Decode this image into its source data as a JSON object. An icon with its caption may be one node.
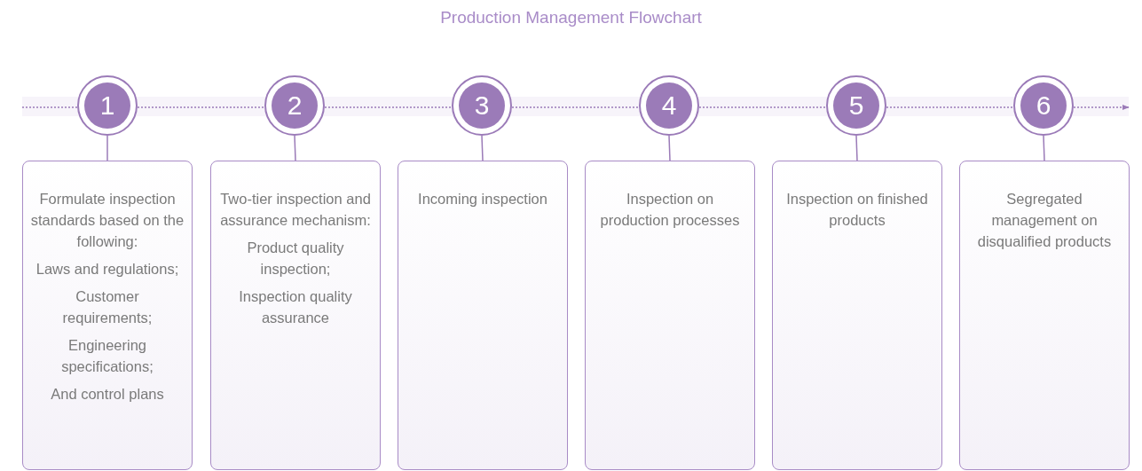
{
  "diagram": {
    "title": "Production Management Flowchart",
    "nodes": [
      {
        "text": [
          "1"
        ]
      },
      {
        "text": [
          "2"
        ]
      },
      {
        "text": [
          "3"
        ]
      },
      {
        "text": [
          "4"
        ]
      },
      {
        "text": [
          "5"
        ]
      },
      {
        "text": [
          "6"
        ]
      },
      {
        "text": [
          "Formulate inspection standards based on the following:",
          "Laws and regulations;",
          "Customer requirements;",
          "Engineering specifications;",
          "And control plans"
        ]
      },
      {
        "text": [
          "Two-tier inspection and assurance mechanism:",
          "Product quality inspection;",
          "Inspection quality assurance"
        ]
      },
      {
        "text": [
          "Incoming inspection"
        ]
      },
      {
        "text": [
          "Inspection on production processes"
        ]
      },
      {
        "text": [
          "Inspection on finished products"
        ]
      },
      {
        "text": [
          "Segregated management on disqualified products"
        ]
      }
    ],
    "edges": [
      {
        "from": null,
        "to": 0,
        "arrow": "none",
        "style": "dashed"
      },
      {
        "from": 0,
        "to": 1,
        "arrow": "none",
        "style": "dashed"
      },
      {
        "from": 1,
        "to": 2,
        "arrow": "none",
        "style": "dashed"
      },
      {
        "from": 2,
        "to": 3,
        "arrow": "none",
        "style": "dashed"
      },
      {
        "from": 3,
        "to": 4,
        "arrow": "none",
        "style": "dashed"
      },
      {
        "from": 4,
        "to": 5,
        "arrow": "none",
        "style": "dashed"
      },
      {
        "from": 5,
        "to": null,
        "arrow": "to",
        "style": "dashed"
      },
      {
        "from": 0,
        "to": 6,
        "arrow": "none"
      },
      {
        "from": 1,
        "to": 7,
        "arrow": "none"
      },
      {
        "from": 2,
        "to": 8,
        "arrow": "none"
      },
      {
        "from": 3,
        "to": 9,
        "arrow": "none"
      },
      {
        "from": 4,
        "to": 10,
        "arrow": "none"
      },
      {
        "from": 5,
        "to": 11,
        "arrow": "none"
      }
    ]
  }
}
